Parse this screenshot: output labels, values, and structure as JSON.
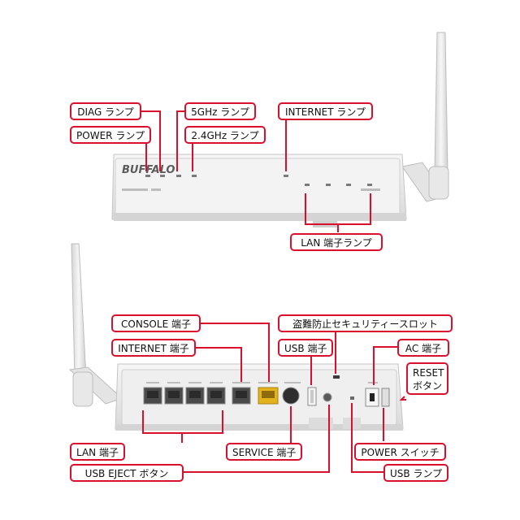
{
  "brand": {
    "logo_text": "BUFFALO"
  },
  "colors": {
    "callout_border": "#d8102e",
    "leader_line": "#d8102e",
    "router_body": "#ececec",
    "port_yellow": "#e3b21c"
  },
  "front_view": {
    "callouts": {
      "diag": "DIAG ランプ",
      "power": "POWER ランプ",
      "ghz5": "5GHz ランプ",
      "ghz24": "2.4GHz ランプ",
      "internet": "INTERNET ランプ",
      "lan": "LAN 端子ランプ"
    }
  },
  "rear_view": {
    "callouts": {
      "console": "CONSOLE 端子",
      "internet": "INTERNET 端子",
      "security_slot": "盗難防止セキュリティースロット",
      "usb_port": "USB 端子",
      "ac": "AC 端子",
      "reset": "RESET ボタン",
      "lan": "LAN 端子",
      "service": "SERVICE 端子",
      "power_switch": "POWER スイッチ",
      "usb_eject": "USB EJECT ボタン",
      "usb_lamp": "USB ランプ"
    }
  }
}
